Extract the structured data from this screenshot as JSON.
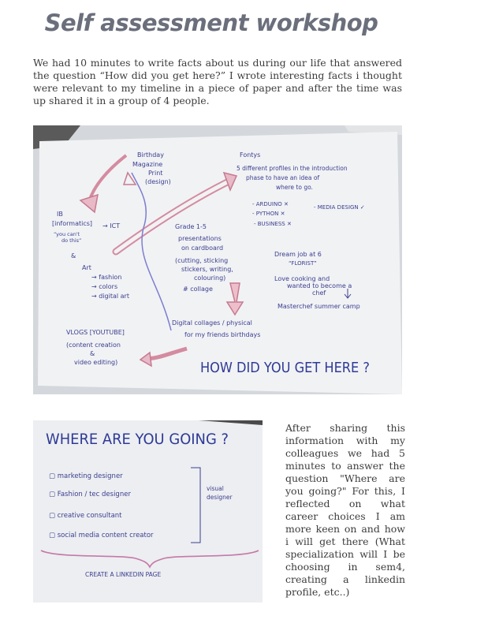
{
  "title": "Self assessment workshop",
  "intro": "We had 10 minutes to write facts about us during our life that answered the question “How did you get here?” I wrote interesting facts i thought were relevant to my timeline in a piece of paper and after the time was up shared it in a group of 4 people.",
  "photo1": {
    "birthday": "Birthday",
    "magazine": "Magazine",
    "print": "Print",
    "design": "(design)",
    "ib": "IB",
    "informatics": "[informatics]",
    "ict": "→ ICT",
    "you_cant": "“you can't",
    "do_this": "do this”",
    "art": "Art",
    "fashion": "→ fashion",
    "colors": "→ colors",
    "digital_art": "→ digital art",
    "grade": "Grade 1-5",
    "presentations": "presentations",
    "on_cardboard": "on cardboard",
    "cutting": "(cutting, sticking",
    "stickers": "stickers, writing,",
    "colouring": "colouring)",
    "collage": "# collage",
    "fontys": "Fontys",
    "profiles1": "5 different profiles in the introduction",
    "profiles2": "phase to have an idea of",
    "profiles3": "where to go.",
    "arduino": "- ARDUINO ✕",
    "python": "- PYTHON ✕",
    "business": "- BUSINESS ✕",
    "media": "- MEDIA DESIGN ✓",
    "dream1": "Dream job at 6",
    "dream2": "“FLORIST”",
    "love1": "Love cooking and",
    "love2": "wanted to become a",
    "love3": "chef",
    "masterchef": "Masterchef summer camp",
    "vlogs": "VLOGS [YOUTUBE]",
    "content1": "(content creation",
    "content2": "&",
    "content3": "video editing)",
    "digital1": "Digital collages / physical",
    "digital2": "for my friends birthdays",
    "heading": "HOW DID YOU GET HERE ?"
  },
  "photo2": {
    "heading": "WHERE ARE YOU GOING ?",
    "item1": "marketing designer",
    "item2": "Fashion / tec designer",
    "item3": "creative consultant",
    "item4": "social media content creator",
    "visual1": "visual",
    "visual2": "designer",
    "linkedin": "CREATE A LINKEDIN PAGE"
  },
  "side_text": "After sharing this information with my colleagues we had 5 minutes to answer the question \"Where are you going?\" For this, I reflected on what career choices I am more keen on and how i will get there (What specialization will I be choosing in sem4, creating a linkedin profile, etc..)"
}
